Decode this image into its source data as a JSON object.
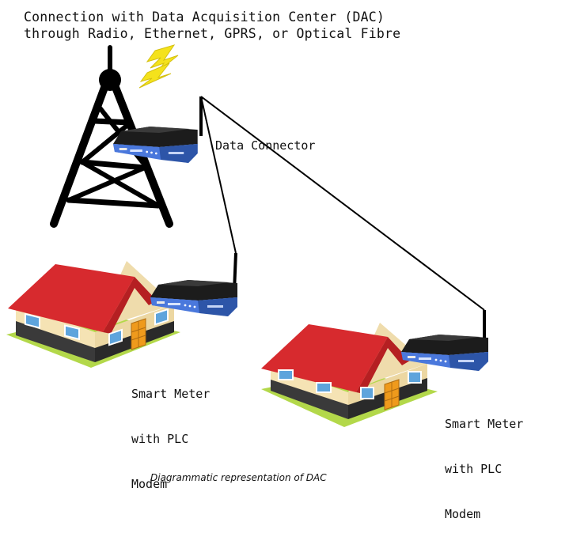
{
  "title": {
    "line1": "Connection with Data Acquisition Center (DAC)",
    "line2": "through Radio, Ethernet, GPRS, or Optical Fibre"
  },
  "labels": {
    "data_connector": "Data Connector",
    "meter1": [
      "Smart Meter",
      "with PLC",
      "Modem"
    ],
    "meter2": [
      "Smart Meter",
      "with PLC",
      "Modem"
    ]
  },
  "caption": "Diagrammatic representation of DAC",
  "colors": {
    "tower": "#000000",
    "lightning": "#f2e01a",
    "roof": "#d9262b",
    "house_wall": "#f5e3b4",
    "door": "#ef9a1c",
    "window": "#5ea4dc",
    "grass": "#b4d84a",
    "router_body": "#1e1e1e",
    "router_front": "#3d68c9"
  }
}
